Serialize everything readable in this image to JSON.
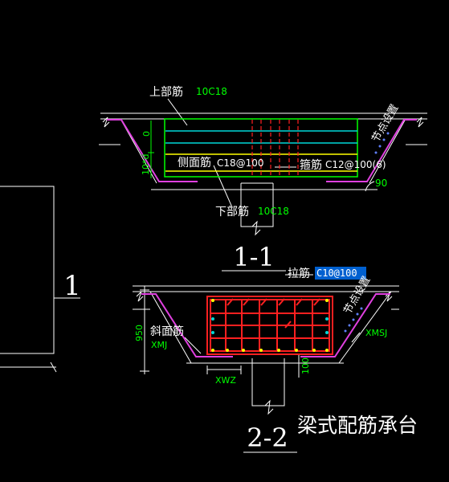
{
  "drawing": {
    "title": "梁式配筋承台",
    "colors": {
      "background": "#000000",
      "outline": "#ffffff",
      "cap": "#00ff00",
      "stirrup": "#ff2020",
      "magenta": "#e040e0",
      "cyan": "#00d8d8",
      "yellow": "#ffff00",
      "highlight": "#0060d0"
    }
  },
  "section1": {
    "label": "1-1",
    "top_bar_label": "上部筋",
    "top_bar_value": "10C18",
    "side_bar_label": "侧面筋",
    "side_bar_value": "C18@100",
    "stirrup_label": "箍筋",
    "stirrup_value": "C12@100(6)",
    "bottom_bar_label": "下部筋",
    "bottom_bar_value": "10C18",
    "node_setting": "节点设置",
    "angle": "90",
    "dim_top": "0",
    "dim_side": "10*d"
  },
  "section2": {
    "label": "2-2",
    "tie_label": "拉筋",
    "tie_value": "C10@100",
    "node_setting": "节点设置",
    "slope_label": "斜面筋",
    "xmj": "XMJ",
    "xmsj": "XMSJ",
    "xwz": "XWZ",
    "height": "950",
    "cover": "100"
  },
  "left_mark": {
    "label": "1"
  }
}
